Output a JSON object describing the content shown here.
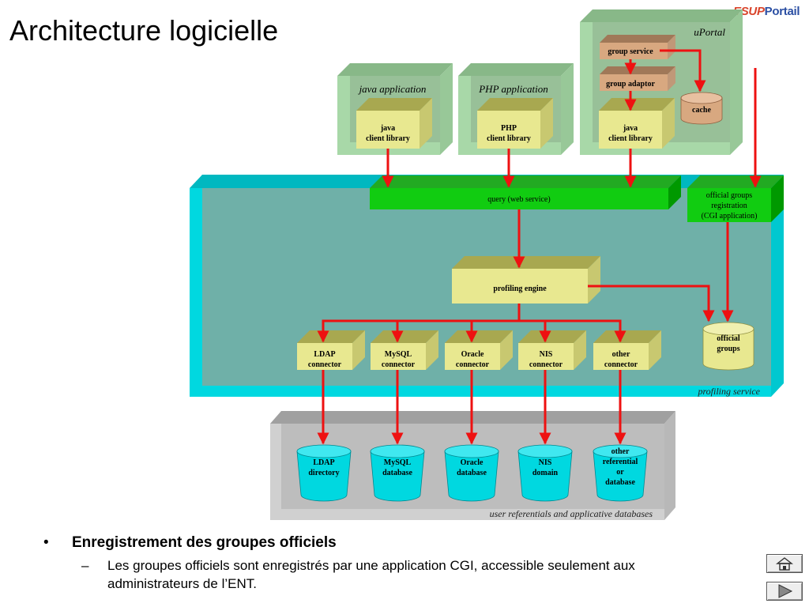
{
  "slide": {
    "title": "Architecture logicielle",
    "logo": {
      "part1": "ESUP",
      "part2": "Portail"
    }
  },
  "diagram": {
    "uportal": {
      "label": "uPortal",
      "group_service": "group service",
      "group_adaptor": "group adaptor",
      "cache": "cache",
      "java_lib": [
        "java",
        "client library"
      ]
    },
    "java_app": {
      "label": "java application",
      "lib": [
        "java",
        "client library"
      ]
    },
    "php_app": {
      "label": "PHP application",
      "lib": [
        "PHP",
        "client library"
      ]
    },
    "profiling_service": {
      "label": "profiling service",
      "query": "query (web service)",
      "registration": [
        "official groups",
        "registration",
        "(CGI application)"
      ],
      "engine": "profiling engine",
      "official_groups": [
        "official",
        "groups"
      ],
      "connectors": [
        [
          "LDAP",
          "connector"
        ],
        [
          "MySQL",
          "connector"
        ],
        [
          "Oracle",
          "connector"
        ],
        [
          "NIS",
          "connector"
        ],
        [
          "other",
          "connector"
        ]
      ]
    },
    "databases": {
      "label": "user referentials and applicative databases",
      "items": [
        [
          "LDAP",
          "directory"
        ],
        [
          "MySQL",
          "database"
        ],
        [
          "Oracle",
          "database"
        ],
        [
          "NIS",
          "domain"
        ],
        [
          "other",
          "referential",
          "or",
          "database"
        ]
      ]
    },
    "colors": {
      "arrow": "#ee1111",
      "box": "#e8e890",
      "box_top": "#a8a850",
      "cyan": "#00d8e0",
      "teal_inner": "#6fb0a8",
      "green": "#11cc11",
      "app_green": "#a8d8a8",
      "gray_panel": "#c8c8c8",
      "orange": "#d8a880",
      "db": "#00d8e0"
    }
  },
  "bullets": {
    "marker": "•",
    "dash": "–",
    "heading": "Enregistrement des groupes officiels",
    "text": "Les groupes officiels sont enregistrés par une application CGI, accessible seulement aux administrateurs de l’ENT."
  },
  "nav": {
    "home_icon": "home-icon",
    "next_icon": "play-icon"
  }
}
